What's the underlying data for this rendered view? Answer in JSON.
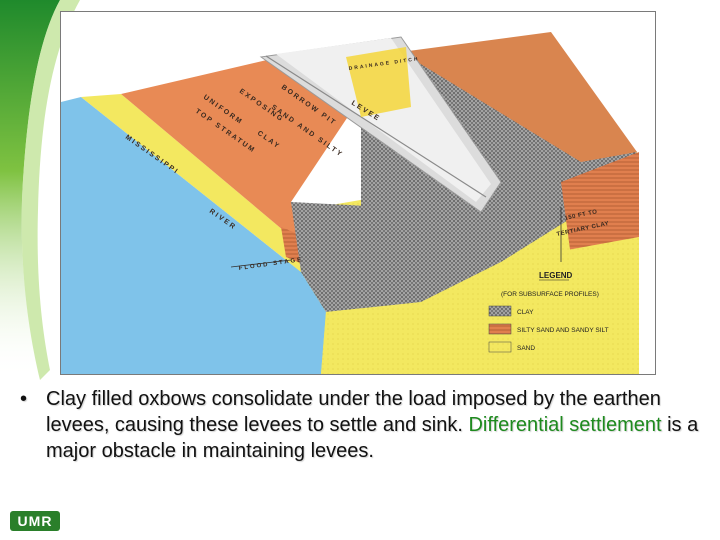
{
  "slide": {
    "bullet_symbol": "•",
    "bullet_text_before": "Clay filled oxbows consolidate under the load imposed by the earthen levees, causing these levees to settle and sink.  ",
    "bullet_highlight": "Differential settlement",
    "bullet_text_after": " is a major obstacle in maintaining levees.",
    "logo_text": "UMR"
  },
  "diagram": {
    "labels": {
      "river_name": "MISSISSIPPI",
      "river": "RIVER",
      "flood_stage": "FLOOD STAGE",
      "levee": "LEVEE",
      "borrow_pit": "BORROW PIT",
      "exposing": "EXPOSING",
      "sand_and_silty": "SAND AND SILTY",
      "uniform": "UNIFORM",
      "clay": "CLAY",
      "top_stratum": "TOP STRATUM",
      "drainage_ditch": "DRAINAGE DITCH",
      "depth_line1": "150 FT TO",
      "depth_line2": "TERTIARY CLAY"
    },
    "legend": {
      "title": "LEGEND",
      "subtitle": "(FOR SUBSURFACE PROFILES)",
      "items": [
        {
          "label": "CLAY",
          "color": "#8f8f8f"
        },
        {
          "label": "SILTY SAND AND SANDY SILT",
          "color": "#e07f4e"
        },
        {
          "label": "SAND",
          "color": "#f1e65a"
        }
      ]
    },
    "colors": {
      "top_stratum": "#e88a55",
      "sand": "#f3e860",
      "river": "#7fc3ea",
      "clay": "#9a9a9a",
      "levee": "#dcdcdc",
      "accent_green": "#1e8a1e"
    }
  }
}
